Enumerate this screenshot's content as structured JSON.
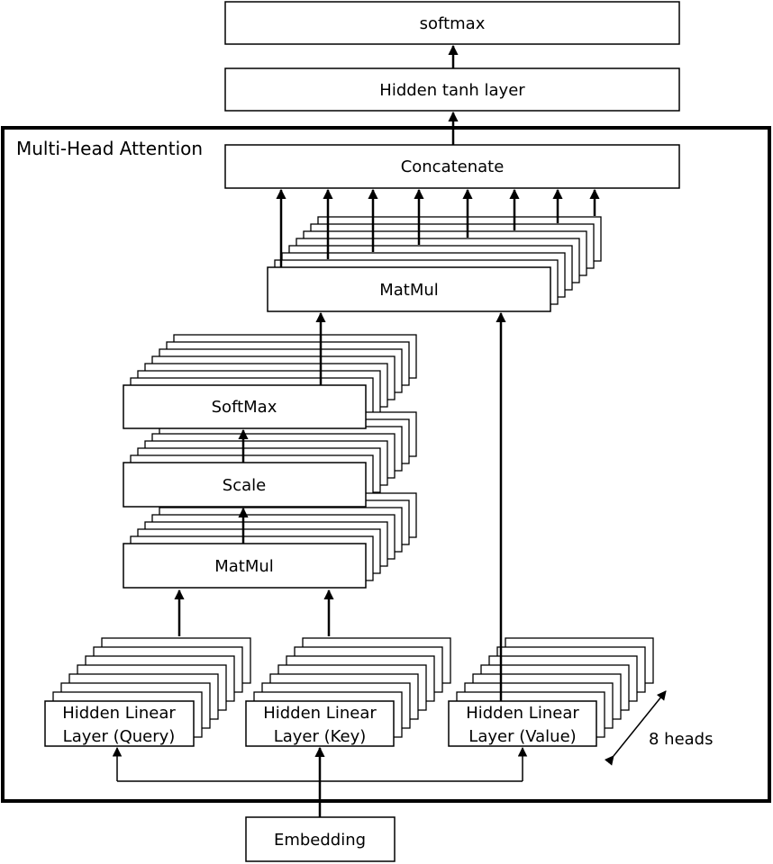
{
  "diagram": {
    "container_title": "Multi-Head Attention",
    "nodes": {
      "softmax_top": "softmax",
      "hidden_tanh": "Hidden tanh layer",
      "concatenate": "Concatenate",
      "matmul_top": "MatMul",
      "softmax_inner": "SoftMax",
      "scale": "Scale",
      "matmul_bottom": "MatMul",
      "query_line1": "Hidden Linear",
      "query_line2": "Layer (Query)",
      "key_line1": "Hidden Linear",
      "key_line2": "Layer (Key)",
      "value_line1": "Hidden Linear",
      "value_line2": "Layer (Value)",
      "embedding": "Embedding"
    },
    "heads_label": "8 heads",
    "heads_count": 8,
    "edges": [
      {
        "from": "Embedding",
        "to": "Hidden Linear Layer (Query)"
      },
      {
        "from": "Embedding",
        "to": "Hidden Linear Layer (Key)"
      },
      {
        "from": "Embedding",
        "to": "Hidden Linear Layer (Value)"
      },
      {
        "from": "Hidden Linear Layer (Query)",
        "to": "MatMul (bottom)"
      },
      {
        "from": "Hidden Linear Layer (Key)",
        "to": "MatMul (bottom)"
      },
      {
        "from": "MatMul (bottom)",
        "to": "Scale"
      },
      {
        "from": "Scale",
        "to": "SoftMax"
      },
      {
        "from": "SoftMax",
        "to": "MatMul (top)"
      },
      {
        "from": "Hidden Linear Layer (Value)",
        "to": "MatMul (top)"
      },
      {
        "from": "MatMul (top)",
        "to": "Concatenate"
      },
      {
        "from": "Concatenate",
        "to": "Hidden tanh layer"
      },
      {
        "from": "Hidden tanh layer",
        "to": "softmax"
      }
    ]
  }
}
